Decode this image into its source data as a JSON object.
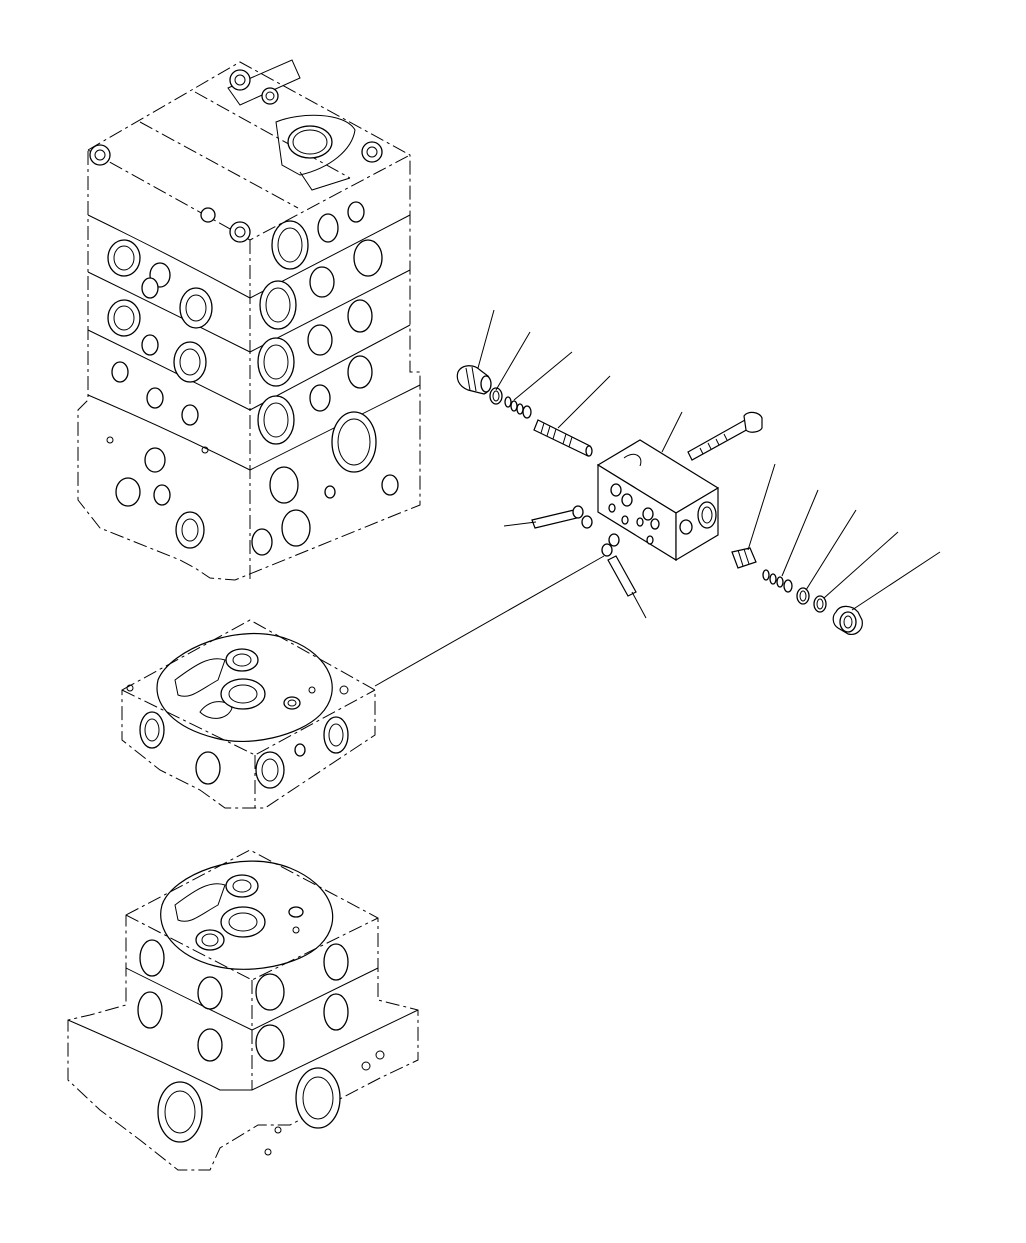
{
  "diagram": {
    "kind": "exploded-parts-drawing",
    "components": [
      {
        "id": "main-valve-stack",
        "label": ""
      },
      {
        "id": "valve-section",
        "label": ""
      },
      {
        "id": "valve-base-stack",
        "label": ""
      },
      {
        "id": "valve-block",
        "label": ""
      },
      {
        "id": "plug-left",
        "label": ""
      },
      {
        "id": "o-ring-left",
        "label": ""
      },
      {
        "id": "spring-left",
        "label": ""
      },
      {
        "id": "spool-left",
        "label": ""
      },
      {
        "id": "bolt",
        "label": ""
      },
      {
        "id": "spool-right",
        "label": ""
      },
      {
        "id": "spring-right",
        "label": ""
      },
      {
        "id": "o-ring-right-1",
        "label": ""
      },
      {
        "id": "o-ring-right-2",
        "label": ""
      },
      {
        "id": "plug-right",
        "label": ""
      },
      {
        "id": "pin-upper",
        "label": ""
      },
      {
        "id": "pin-lower",
        "label": ""
      }
    ]
  }
}
